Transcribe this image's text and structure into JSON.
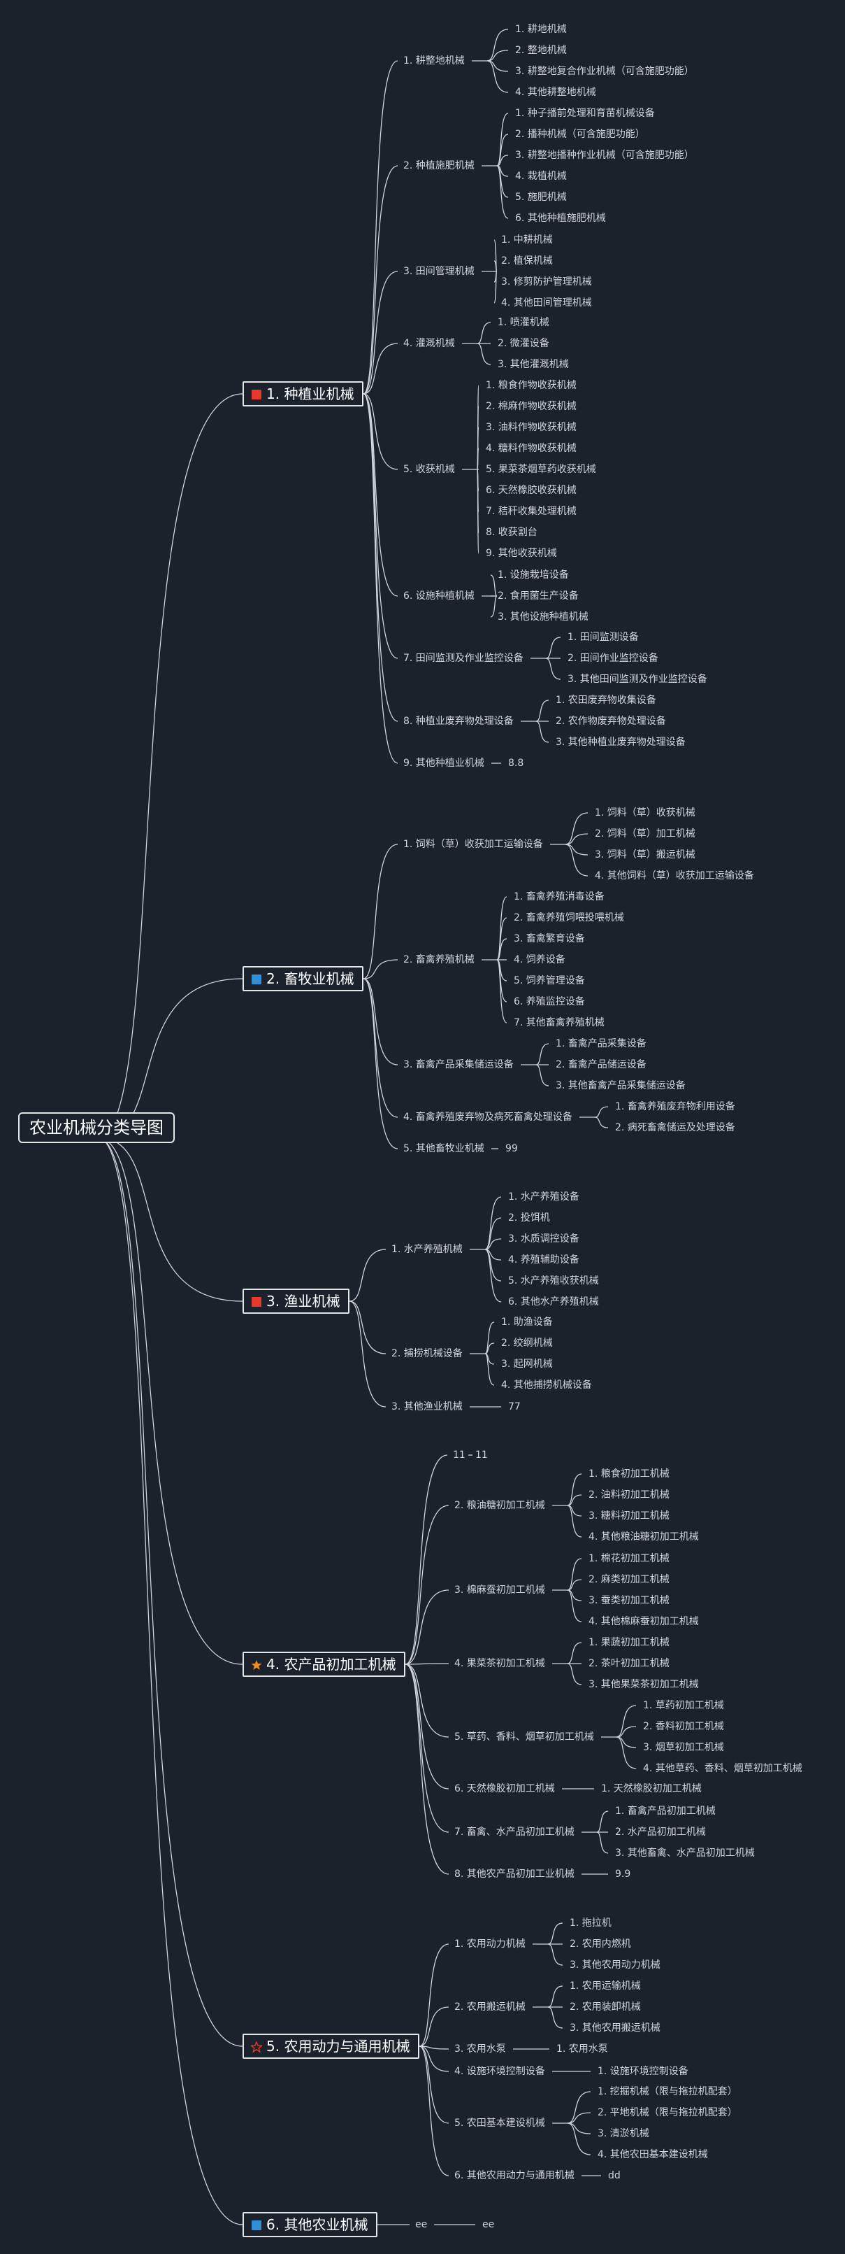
{
  "root": {
    "label": "农业机械分类导图"
  },
  "branches": [
    {
      "label": "1. 种植业机械",
      "icon": "red-flag-icon",
      "icon_color": "#e63a2c",
      "children": [
        {
          "label": "1. 耕整地机械",
          "children": [
            "1. 耕地机械",
            "2. 整地机械",
            "3. 耕整地复合作业机械（可含施肥功能）",
            "4. 其他耕整地机械"
          ]
        },
        {
          "label": "2. 种植施肥机械",
          "children": [
            "1. 种子播前处理和育苗机械设备",
            "2. 播种机械（可含施肥功能）",
            "3. 耕整地播种作业机械（可含施肥功能）",
            "4. 栽植机械",
            "5. 施肥机械",
            "6. 其他种植施肥机械"
          ]
        },
        {
          "label": "3. 田间管理机械",
          "children": [
            "1. 中耕机械",
            "2. 植保机械",
            "3. 修剪防护管理机械",
            "4. 其他田间管理机械"
          ]
        },
        {
          "label": "4. 灌溉机械",
          "children": [
            "1. 喷灌机械",
            "2. 微灌设备",
            "3. 其他灌溉机械"
          ]
        },
        {
          "label": "5. 收获机械",
          "children": [
            "1. 粮食作物收获机械",
            "2. 棉麻作物收获机械",
            "3. 油料作物收获机械",
            "4. 糖料作物收获机械",
            "5. 果菜茶烟草药收获机械",
            "6. 天然橡胶收获机械",
            "7. 秸秆收集处理机械",
            "8. 收获割台",
            "9. 其他收获机械"
          ]
        },
        {
          "label": "6. 设施种植机械",
          "children": [
            "1. 设施栽培设备",
            "2. 食用菌生产设备",
            "3. 其他设施种植机械"
          ]
        },
        {
          "label": "7. 田间监测及作业监控设备",
          "children": [
            "1. 田间监测设备",
            "2. 田间作业监控设备",
            "3. 其他田间监测及作业监控设备"
          ]
        },
        {
          "label": "8. 种植业废弃物处理设备",
          "children": [
            "1. 农田废弃物收集设备",
            "2. 农作物废弃物处理设备",
            "3. 其他种植业废弃物处理设备"
          ]
        },
        {
          "label": "9. 其他种植业机械",
          "children": [
            "8.8"
          ]
        }
      ]
    },
    {
      "label": "2. 畜牧业机械",
      "icon": "blue-flag-icon",
      "icon_color": "#2f8fd8",
      "children": [
        {
          "label": "1. 饲料（草）收获加工运输设备",
          "children": [
            "1. 饲料（草）收获机械",
            "2. 饲料（草）加工机械",
            "3. 饲料（草）搬运机械",
            "4. 其他饲料（草）收获加工运输设备"
          ]
        },
        {
          "label": "2. 畜禽养殖机械",
          "children": [
            "1. 畜禽养殖消毒设备",
            "2. 畜禽养殖饲喂投喂机械",
            "3. 畜禽繁育设备",
            "4. 饲养设备",
            "5. 饲养管理设备",
            "6. 养殖监控设备",
            "7. 其他畜禽养殖机械"
          ]
        },
        {
          "label": "3. 畜禽产品采集储运设备",
          "children": [
            "1. 畜禽产品采集设备",
            "2. 畜禽产品储运设备",
            "3. 其他畜禽产品采集储运设备"
          ]
        },
        {
          "label": "4. 畜禽养殖废弃物及病死畜禽处理设备",
          "children": [
            "1. 畜禽养殖废弃物利用设备",
            "2. 病死畜禽储运及处理设备"
          ]
        },
        {
          "label": "5. 其他畜牧业机械",
          "children": [
            "99"
          ]
        }
      ]
    },
    {
      "label": "3. 渔业机械",
      "icon": "red-flag-icon",
      "icon_color": "#e63a2c",
      "children": [
        {
          "label": "1. 水产养殖机械",
          "children": [
            "1. 水产养殖设备",
            "2. 投饵机",
            "3. 水质调控设备",
            "4. 养殖辅助设备",
            "5. 水产养殖收获机械",
            "6. 其他水产养殖机械"
          ]
        },
        {
          "label": "2. 捕捞机械设备",
          "children": [
            "1. 助渔设备",
            "2. 绞纲机械",
            "3. 起网机械",
            "4. 其他捕捞机械设备"
          ]
        },
        {
          "label": "3. 其他渔业机械",
          "children": [
            "77"
          ]
        }
      ]
    },
    {
      "label": "4. 农产品初加工机械",
      "icon": "orange-star-icon",
      "icon_color": "#f28c28",
      "children": [
        {
          "label": "11",
          "children": [
            "11"
          ]
        },
        {
          "label": "2. 粮油糖初加工机械",
          "children": [
            "1. 粮食初加工机械",
            "2. 油料初加工机械",
            "3. 糖料初加工机械",
            "4. 其他粮油糖初加工机械"
          ]
        },
        {
          "label": "3. 棉麻蚕初加工机械",
          "children": [
            "1. 棉花初加工机械",
            "2. 麻类初加工机械",
            "3. 蚕类初加工机械",
            "4. 其他棉麻蚕初加工机械"
          ]
        },
        {
          "label": "4. 果菜茶初加工机械",
          "children": [
            "1. 果蔬初加工机械",
            "2. 茶叶初加工机械",
            "3. 其他果菜茶初加工机械"
          ]
        },
        {
          "label": "5. 草药、香料、烟草初加工机械",
          "children": [
            "1. 草药初加工机械",
            "2. 香料初加工机械",
            "3. 烟草初加工机械",
            "4. 其他草药、香料、烟草初加工机械"
          ]
        },
        {
          "label": "6. 天然橡胶初加工机械",
          "children": [
            "1. 天然橡胶初加工机械"
          ]
        },
        {
          "label": "7. 畜禽、水产品初加工机械",
          "children": [
            "1. 畜禽产品初加工机械",
            "2. 水产品初加工机械",
            "3. 其他畜禽、水产品初加工机械"
          ]
        },
        {
          "label": "8. 其他农产品初加工业机械",
          "children": [
            "9.9"
          ]
        }
      ]
    },
    {
      "label": "5. 农用动力与通用机械",
      "icon": "red-star-outline-icon",
      "icon_color": "#e63a2c",
      "children": [
        {
          "label": "1. 农用动力机械",
          "children": [
            "1. 拖拉机",
            "2. 农用内燃机",
            "3. 其他农用动力机械"
          ]
        },
        {
          "label": "2. 农用搬运机械",
          "children": [
            "1. 农用运输机械",
            "2. 农用装卸机械",
            "3. 其他农用搬运机械"
          ]
        },
        {
          "label": "3. 农用水泵",
          "children": [
            "1. 农用水泵"
          ]
        },
        {
          "label": "4. 设施环境控制设备",
          "children": [
            "1. 设施环境控制设备"
          ]
        },
        {
          "label": "5. 农田基本建设机械",
          "children": [
            "1. 挖掘机械（限与拖拉机配套）",
            "2. 平地机械（限与拖拉机配套）",
            "3. 清淤机械",
            "4. 其他农田基本建设机械"
          ]
        },
        {
          "label": "6. 其他农用动力与通用机械",
          "children": [
            "dd"
          ]
        }
      ]
    },
    {
      "label": "6. 其他农业机械",
      "icon": "blue-flag-icon",
      "icon_color": "#2f8fd8",
      "children": [
        {
          "label": "ee",
          "children": [
            "ee"
          ]
        }
      ]
    }
  ]
}
